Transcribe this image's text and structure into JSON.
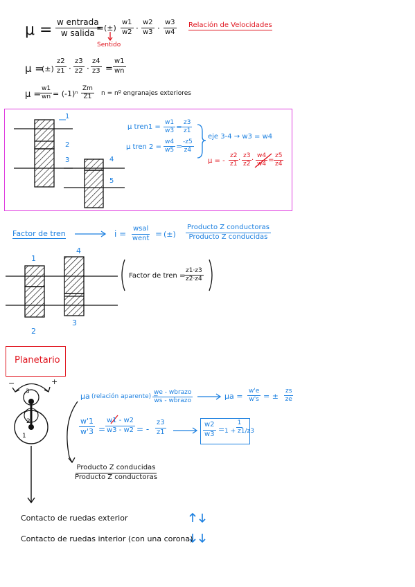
{
  "top": {
    "mu": "μ =",
    "eq1_num": "w entrada",
    "eq1_den": "w salida",
    "eq1_eq": "=",
    "eq1_pm": "(±)",
    "eq1_f1n": "w1",
    "eq1_f1d": "w2",
    "eq1_f2n": "w2",
    "eq1_f2d": "w3",
    "eq1_f3n": "w3",
    "eq1_f3d": "w4",
    "dot": "·",
    "title_red": "Relación de Velocidades",
    "sentido": "Sentido",
    "eq2_lead": "μ =",
    "eq2_pm": "(±)",
    "eq2_f1n": "z2",
    "eq2_f1d": "z1",
    "eq2_f2n": "z3",
    "eq2_f2d": "z2",
    "eq2_f3n": "z4",
    "eq2_f3d": "z3",
    "eq2_eq": "=",
    "eq2_f4n": "w1",
    "eq2_f4d": "wn",
    "eq3_lead": "μ =",
    "eq3_f1n": "w1",
    "eq3_f1d": "wn",
    "eq3_mid": "= (-1)ⁿ",
    "eq3_f2n": "Zm",
    "eq3_f2d": "Z1",
    "eq3_note": "n = nº engranajes exteriores"
  },
  "box1": {
    "n1": "1",
    "n2": "2",
    "n3": "3",
    "n4": "4",
    "n5": "5",
    "l1_lead": "μ tren1 =",
    "l1_fn": "w1",
    "l1_fd": "w3",
    "l1_eq": "=",
    "l1_gn": "z3",
    "l1_gd": "z1",
    "l2_lead": "μ tren 2 =",
    "l2_fn": "w4",
    "l2_fd": "w5",
    "l2_eq": "=",
    "l2_gn": "-z5",
    "l2_gd": "z4",
    "eje": "eje 3-4 → w3 = w4",
    "r_lead": "μ = -",
    "r_f1n": "z2",
    "r_f1d": "z1",
    "r_f2n": "z3",
    "r_f2d": "z2",
    "r_f3n": "w4",
    "r_f3d": "w4",
    "r_eq": "=",
    "r_f4n": "z5",
    "r_f4d": "z4",
    "dot": "·"
  },
  "tren": {
    "label": "Factor de tren",
    "i_lead": "i =",
    "i_fn": "wsal",
    "i_fd": "went",
    "i_eq": "=",
    "i_pm": "(±)",
    "i_gn": "Producto Z conductoras",
    "i_gd": "Producto Z conducidas",
    "n1": "1",
    "n2": "2",
    "n3": "3",
    "n4": "4",
    "ft_lead": "Factor de tren =",
    "ft_n": "z1·z3",
    "ft_d": "z2·z4"
  },
  "planet": {
    "title": "Planetario",
    "minus": "−",
    "plus": "+",
    "g1": "1",
    "g2": "2",
    "g3": "3",
    "ua_lead": "μa",
    "ua_paren": "(relación aparente) =",
    "ua_fn": "we - wbrazo",
    "ua_fd": "ws - wbrazo",
    "ua_r_lead": "μa =",
    "ua_r_fn": "w'e",
    "ua_r_fd": "w's",
    "ua_r_eq": "= ±",
    "ua_r_gn": "zs",
    "ua_r_gd": "ze",
    "p_f1n": "w'1",
    "p_f1d": "w'3",
    "p_eq1": "=",
    "p_f2n": "w1 - w2",
    "p_f2d": "w3 - w2",
    "p_eq2": "= -",
    "p_f3n": "z3",
    "p_f3d": "z1",
    "box_fn": "w2",
    "box_fd": "w3",
    "box_eq": "=",
    "box_gn": "1",
    "box_gd": "1 + z1/z3",
    "prod_n": "Producto Z conducidas",
    "prod_d": "Producto Z conductoras"
  },
  "contacts": {
    "exterior": "Contacto de ruedas exterior",
    "interior": "Contacto de ruedas interior (con una corona)",
    "ext_arrows": "↑↓",
    "int_arrows": "↓↓"
  }
}
